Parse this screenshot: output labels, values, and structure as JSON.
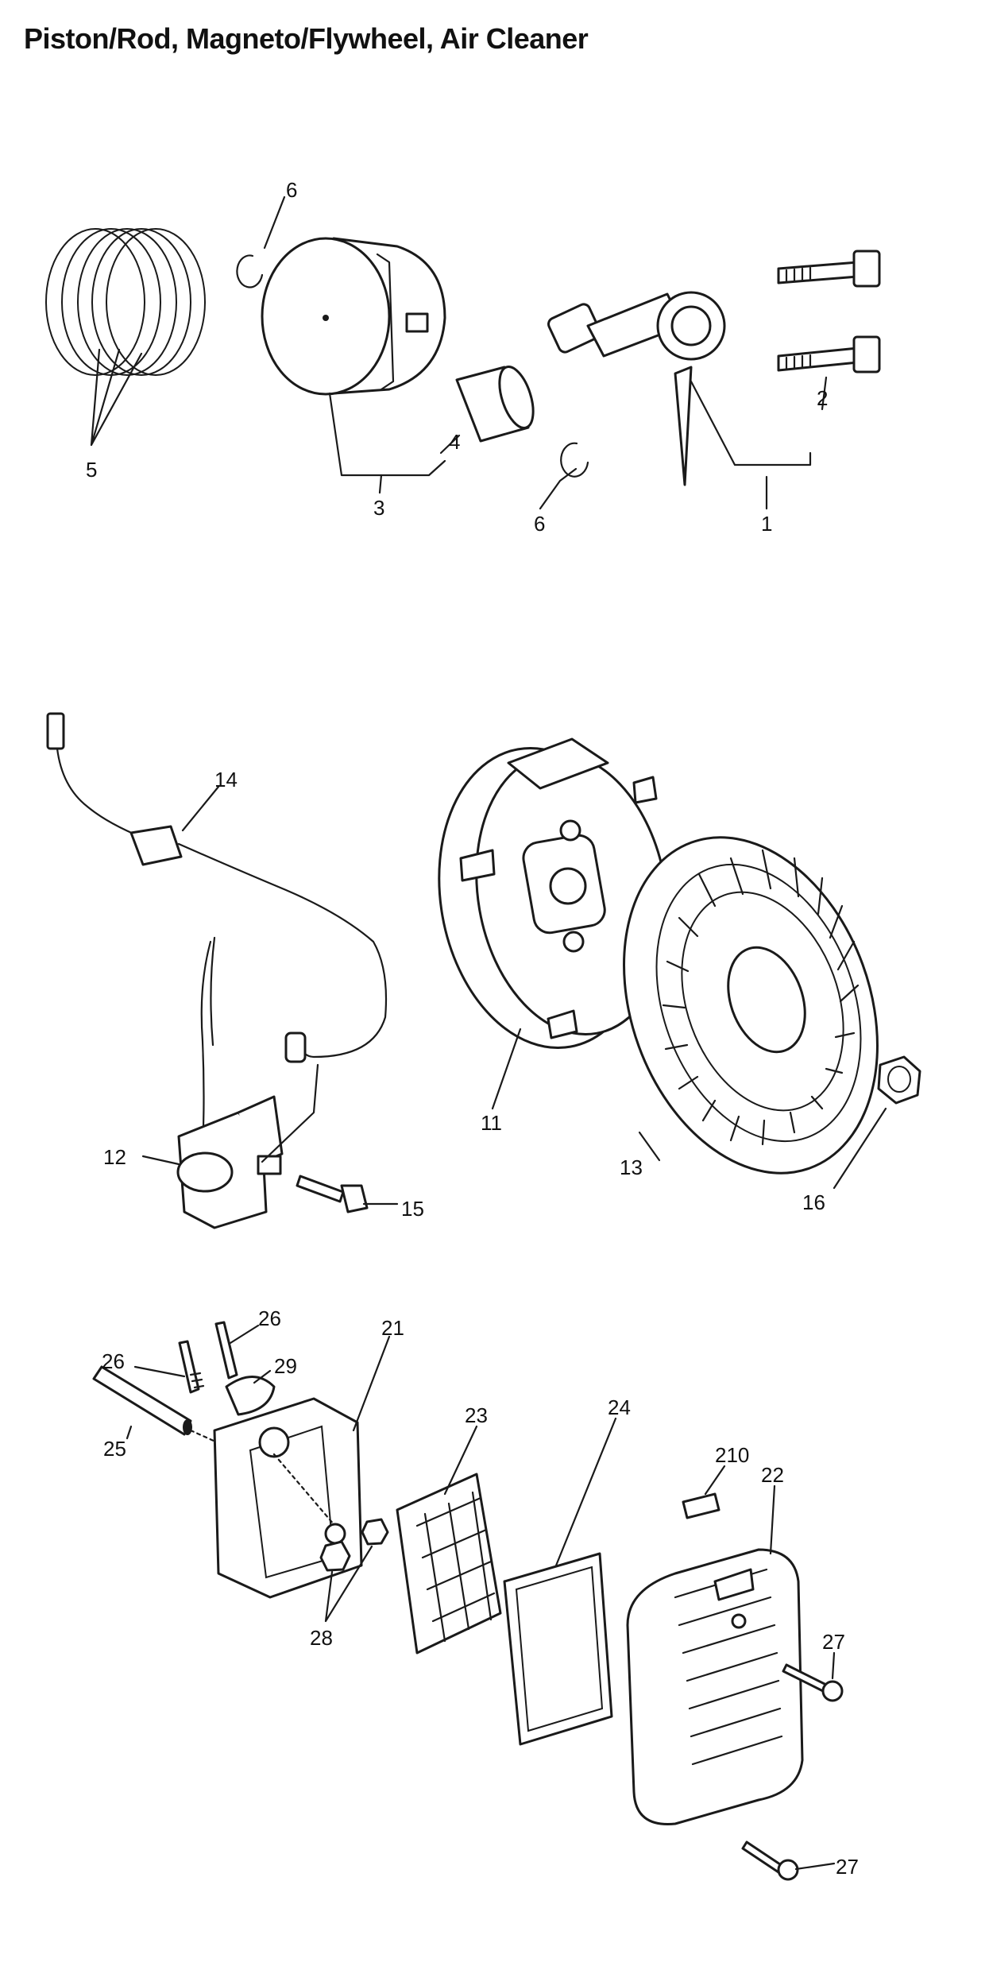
{
  "title": "Piston/Rod, Magneto/Flywheel, Air Cleaner",
  "callouts": {
    "c1": "1",
    "c2": "2",
    "c3": "3",
    "c4": "4",
    "c5": "5",
    "c6a": "6",
    "c6b": "6",
    "c11": "11",
    "c12": "12",
    "c13": "13",
    "c14": "14",
    "c15": "15",
    "c16": "16",
    "c21": "21",
    "c22": "22",
    "c23": "23",
    "c24": "24",
    "c25": "25",
    "c26a": "26",
    "c26b": "26",
    "c27a": "27",
    "c27b": "27",
    "c28": "28",
    "c29": "29",
    "c210": "210"
  }
}
